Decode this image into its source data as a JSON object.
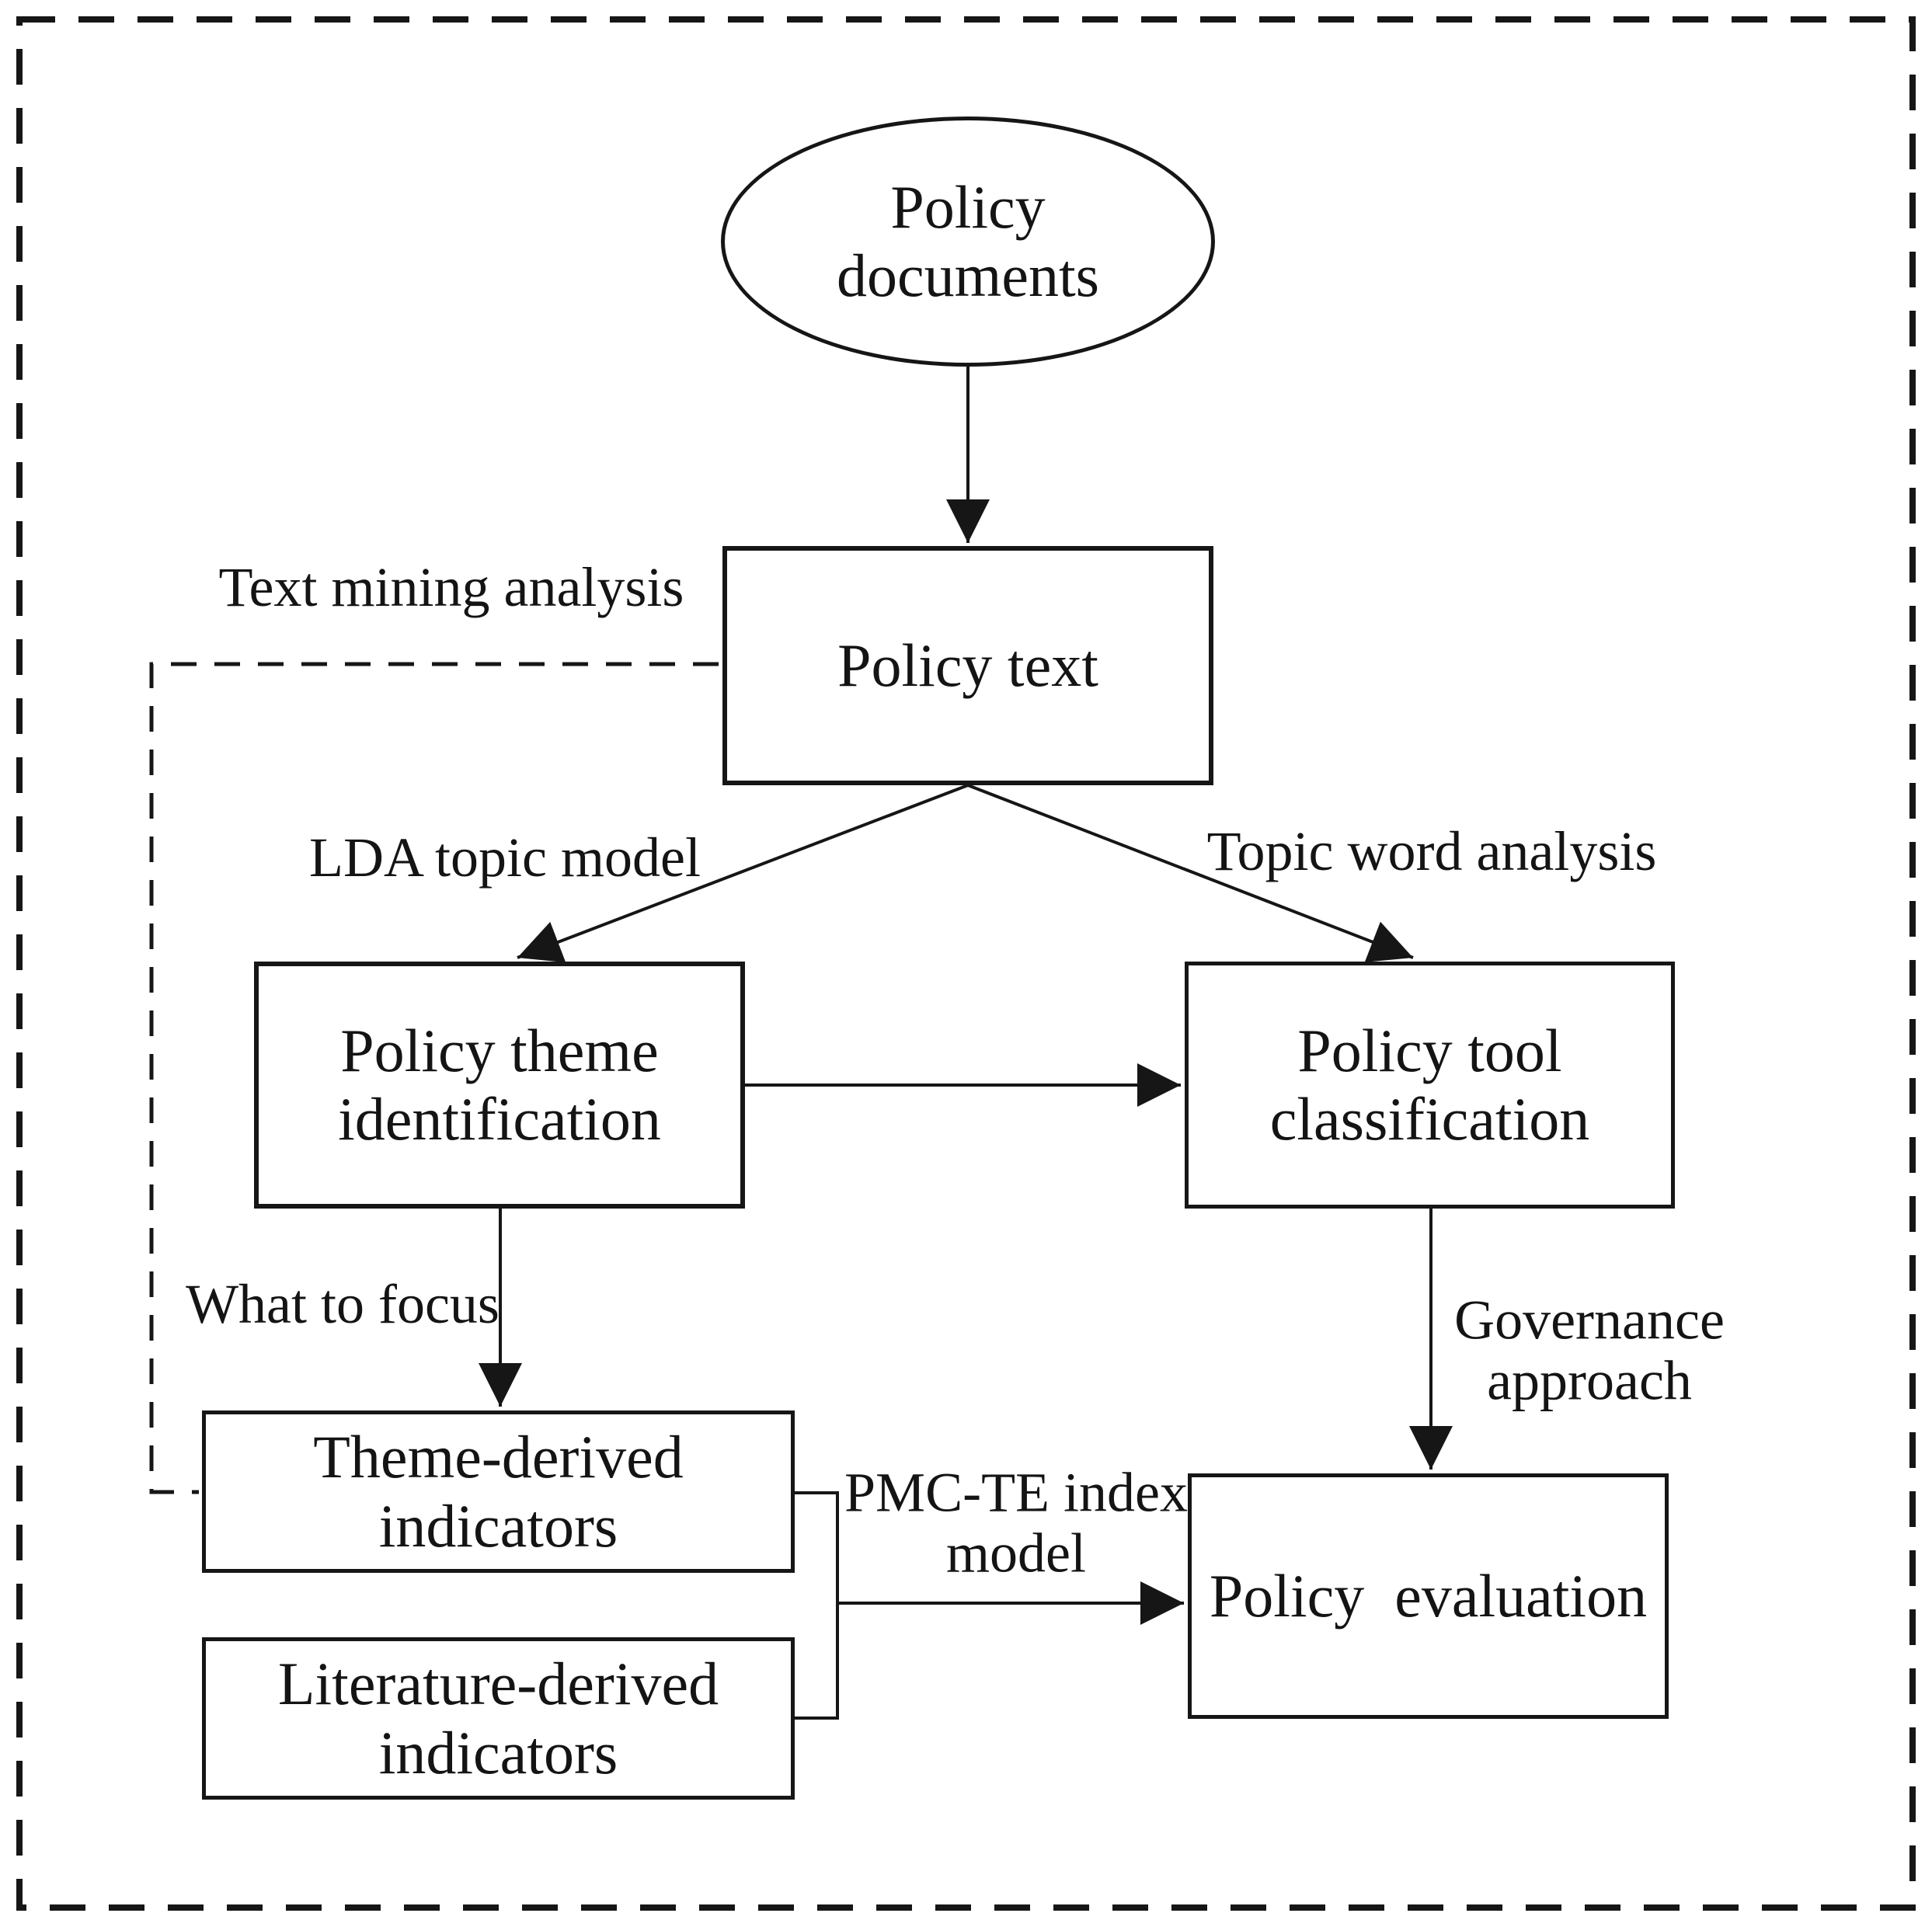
{
  "diagram": {
    "type": "flowchart",
    "background_color": "#ffffff",
    "line_color": "#161616",
    "nodes": {
      "policy_documents": {
        "shape": "ellipse",
        "label": "Policy\ndocuments"
      },
      "policy_text": {
        "shape": "rect",
        "label": "Policy text"
      },
      "policy_theme_identification": {
        "shape": "rect",
        "label": "Policy theme\nidentification"
      },
      "policy_tool_classification": {
        "shape": "rect",
        "label": "Policy tool\nclassification"
      },
      "theme_derived_indicators": {
        "shape": "rect",
        "label": "Theme-derived\nindicators"
      },
      "literature_derived_indicators": {
        "shape": "rect",
        "label": "Literature-derived\nindicators"
      },
      "policy_evaluation": {
        "shape": "rect",
        "label": "Policy  evaluation"
      }
    },
    "edge_labels": {
      "text_mining": "Text mining analysis",
      "lda": "LDA topic model",
      "topic_word": "Topic word analysis",
      "what_to_focus": "What to focus",
      "governance": "Governance\napproach",
      "pmc_te": "PMC-TE index\nmodel"
    },
    "edges": [
      {
        "from": "policy_documents",
        "to": "policy_text",
        "style": "solid-arrow"
      },
      {
        "from": "policy_text",
        "to": "policy_theme_identification",
        "style": "solid-arrow",
        "label": "LDA topic model"
      },
      {
        "from": "policy_text",
        "to": "policy_tool_classification",
        "style": "solid-arrow",
        "label": "Topic word analysis"
      },
      {
        "from": "policy_theme_identification",
        "to": "policy_tool_classification",
        "style": "solid-arrow"
      },
      {
        "from": "policy_theme_identification",
        "to": "theme_derived_indicators",
        "style": "solid-arrow",
        "label": "What to focus"
      },
      {
        "from": "policy_tool_classification",
        "to": "policy_evaluation",
        "style": "solid-arrow",
        "label": "Governance approach"
      },
      {
        "from": "theme_derived_indicators + literature_derived_indicators",
        "to": "policy_evaluation",
        "style": "bracket-merge-arrow",
        "label": "PMC-TE index model"
      },
      {
        "from": "policy_text",
        "to": "theme_derived_indicators",
        "style": "dashed",
        "label": "Text mining analysis"
      }
    ]
  }
}
